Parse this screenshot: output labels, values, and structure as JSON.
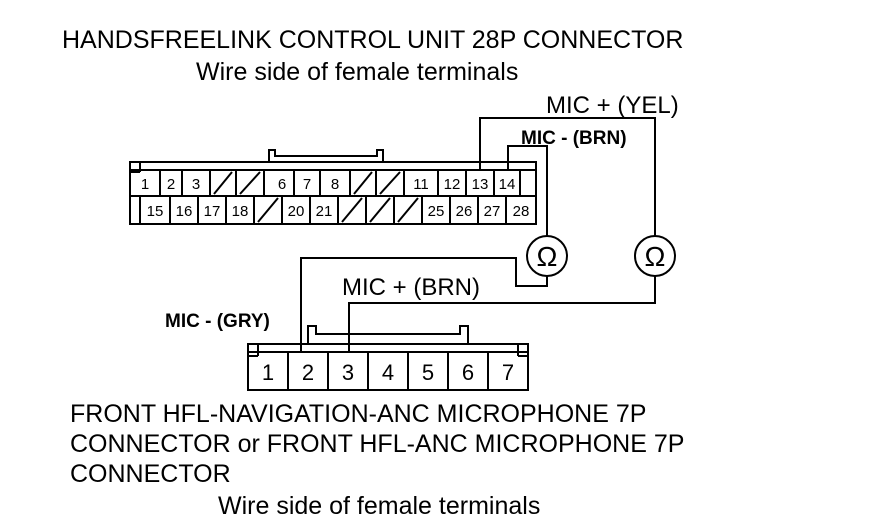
{
  "top_connector": {
    "title": "HANDSFREELINK CONTROL UNIT 28P CONNECTOR",
    "subtitle": "Wire side of female terminals",
    "row1": [
      "1",
      "2",
      "3",
      "",
      "",
      "6",
      "7",
      "8",
      "",
      "",
      "11",
      "12",
      "13",
      "14"
    ],
    "row2": [
      "",
      "15",
      "16",
      "17",
      "18",
      "",
      "20",
      "21",
      "",
      "",
      "",
      "25",
      "26",
      "27",
      "28"
    ]
  },
  "wires": {
    "mic_plus_yel": "MIC +  (YEL)",
    "mic_minus_brn": "MIC - (BRN)",
    "mic_plus_brn": "MIC +  (BRN)",
    "mic_minus_gry": "MIC - (GRY)",
    "resistance_symbol": "Ω"
  },
  "bottom_connector": {
    "title_line1": "FRONT HFL-NAVIGATION-ANC MICROPHONE 7P",
    "title_line2": "CONNECTOR or FRONT HFL-ANC MICROPHONE 7P",
    "title_line3": "CONNECTOR",
    "subtitle": "Wire side of female terminals",
    "pins": [
      "1",
      "2",
      "3",
      "4",
      "5",
      "6",
      "7"
    ]
  }
}
